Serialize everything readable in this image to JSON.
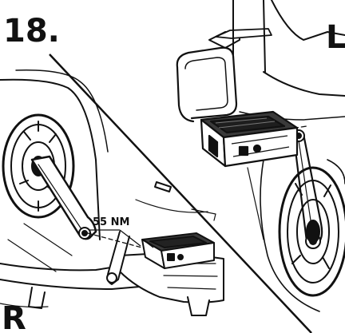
{
  "step": {
    "number": "18."
  },
  "sides": {
    "left": "L",
    "right": "R"
  },
  "annotations": {
    "torque": "55 NM"
  },
  "colors": {
    "ink": "#111111",
    "paper": "#ffffff",
    "pedal_grey": "#3a3a3a"
  }
}
